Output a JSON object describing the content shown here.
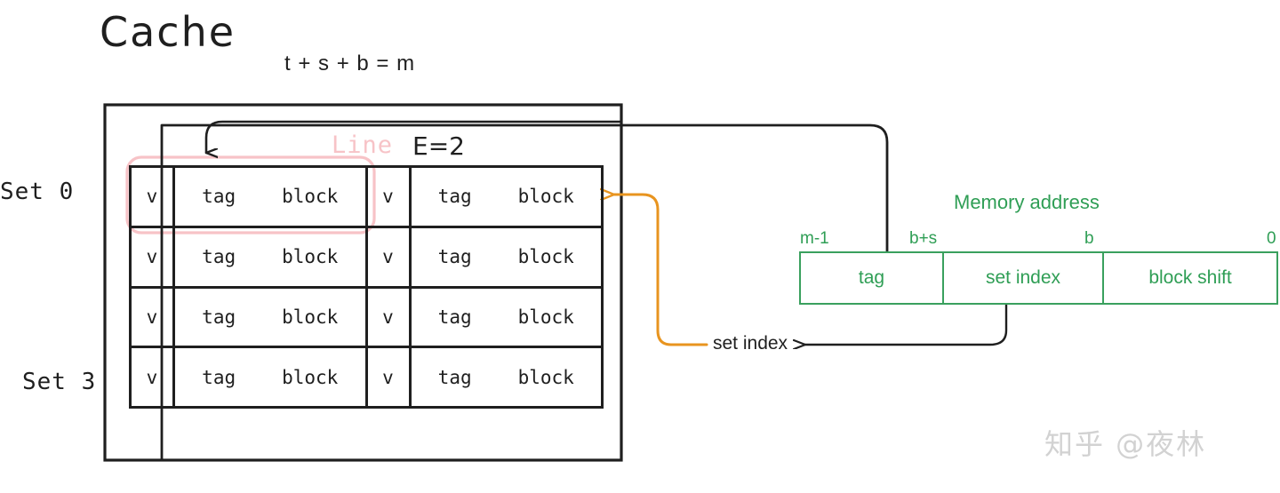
{
  "title": "Cache",
  "formula": "t + s + b = m",
  "annotations": {
    "line_label": "Line",
    "associativity": "E=2",
    "set_first": "Set 0",
    "set_last": "Set 3",
    "set_index_callout": "set index"
  },
  "cache_table": {
    "column_labels": [
      "v",
      "tag",
      "block",
      "v",
      "tag",
      "block"
    ],
    "rows": [
      {
        "ways": [
          {
            "valid": "v",
            "tag": "tag",
            "block": "block"
          },
          {
            "valid": "v",
            "tag": "tag",
            "block": "block"
          }
        ]
      },
      {
        "ways": [
          {
            "valid": "v",
            "tag": "tag",
            "block": "block"
          },
          {
            "valid": "v",
            "tag": "tag",
            "block": "block"
          }
        ]
      },
      {
        "ways": [
          {
            "valid": "v",
            "tag": "tag",
            "block": "block"
          },
          {
            "valid": "v",
            "tag": "tag",
            "block": "block"
          }
        ]
      },
      {
        "ways": [
          {
            "valid": "v",
            "tag": "tag",
            "block": "block"
          },
          {
            "valid": "v",
            "tag": "tag",
            "block": "block"
          }
        ]
      }
    ]
  },
  "memory_address": {
    "title": "Memory address",
    "bit_labels": {
      "high": "m-1",
      "tag_set_boundary": "b+s",
      "set_block_boundary": "b",
      "low": "0"
    },
    "fields": [
      {
        "name": "tag"
      },
      {
        "name": "set index"
      },
      {
        "name": "block shift"
      }
    ]
  },
  "watermark": "知乎 @夜林",
  "colors": {
    "ink": "#1f1f1f",
    "green": "#2f9e55",
    "green_border": "#3aa05e",
    "pink": "#f7c3c7",
    "orange": "#e8941f",
    "watermark_gray": "#d2d2d2",
    "background": "#ffffff"
  }
}
